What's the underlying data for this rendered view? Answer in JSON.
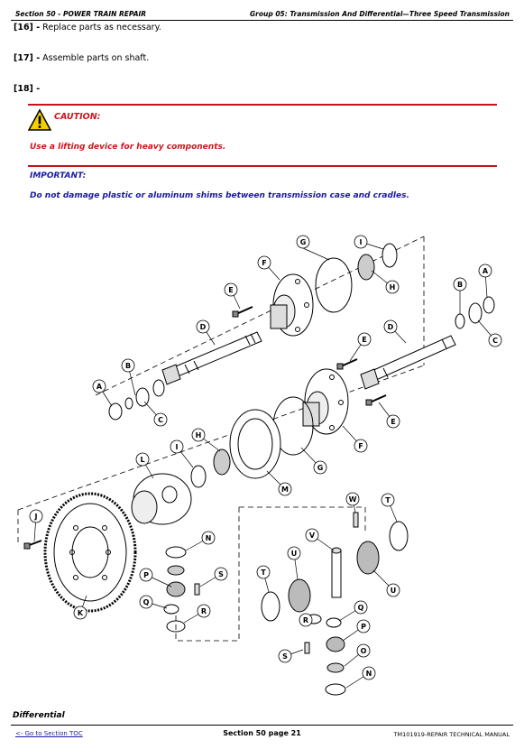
{
  "header": {
    "left": "Section 50 - POWER TRAIN REPAIR",
    "right": "Group 05: Transmission And Differential—Three Speed Transmission"
  },
  "steps": [
    {
      "num": "[16] -",
      "text": " Replace parts as necessary."
    },
    {
      "num": "[17] -",
      "text": " Assemble parts on shaft."
    },
    {
      "num": "[18] -",
      "text": ""
    }
  ],
  "caution": {
    "title": "CAUTION:",
    "text": "Use a lifting device for heavy components."
  },
  "important": {
    "title": "IMPORTANT:",
    "text": "Do not damage plastic or aluminum shims between transmission case and cradles."
  },
  "figure": {
    "caption": "Differential",
    "callouts": [
      "A",
      "B",
      "C",
      "D",
      "E",
      "F",
      "G",
      "H",
      "I",
      "J",
      "K",
      "L",
      "M",
      "N",
      "O",
      "P",
      "Q",
      "R",
      "S",
      "T",
      "U",
      "V",
      "W"
    ]
  },
  "footer": {
    "link": "<- Go to Section TOC",
    "center": "Section 50 page 21",
    "right": "TM101919-REPAIR TECHNICAL MANUAL"
  }
}
